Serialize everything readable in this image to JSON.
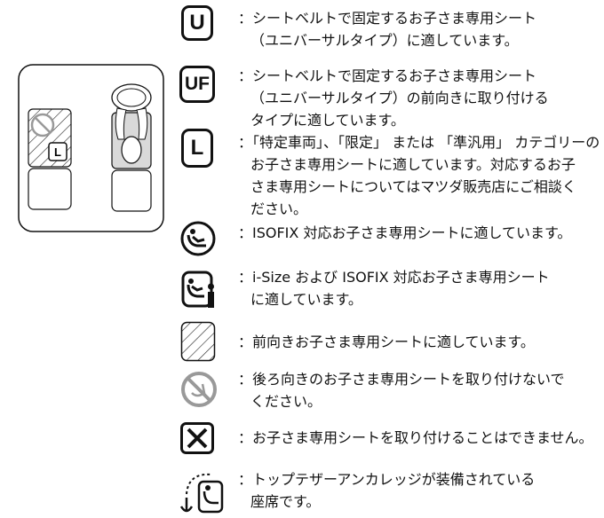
{
  "diagram": {
    "label_L": "L",
    "seat_fill": "#d9d9d9"
  },
  "legend": [
    {
      "icon": "U",
      "icon_name": "universal-badge-icon",
      "lines": [
        "：シートベルトで固定するお子さま専用シート",
        "（ユニバーサルタイプ）に適しています。"
      ]
    },
    {
      "icon": "UF",
      "icon_name": "universal-forward-badge-icon",
      "lines": [
        "：シートベルトで固定するお子さま専用シート",
        "（ユニバーサルタイプ）の前向きに取り付ける",
        "タイプに適しています。"
      ]
    },
    {
      "icon": "L",
      "icon_name": "limited-badge-icon",
      "lines": [
        "：「特定車両」、「限定」 または 「準汎用」 カテゴリーの",
        "お子さま専用シートに適しています。対応するお子",
        "さま専用シートについてはマツダ販売店にご相談く",
        "ださい。"
      ]
    },
    {
      "icon_name": "isofix-icon",
      "lines": [
        "：ISOFIX 対応お子さま専用シートに適しています。"
      ]
    },
    {
      "icon_name": "i-size-icon",
      "lines": [
        "：i-Size および ISOFIX 対応お子さま専用シート",
        "に適しています。"
      ]
    },
    {
      "icon_name": "forward-facing-hatch-icon",
      "lines": [
        "：前向きお子さま専用シートに適しています。"
      ]
    },
    {
      "icon_name": "no-rear-facing-icon",
      "lines": [
        "：後ろ向きのお子さま専用シートを取り付けないで",
        "ください。"
      ]
    },
    {
      "icon_name": "not-allowed-x-icon",
      "lines": [
        "：お子さま専用シートを取り付けることはできません。"
      ]
    },
    {
      "icon_name": "top-tether-anchor-icon",
      "lines": [
        "：トップテザーアンカレッジが装備されている",
        "座席です。"
      ]
    }
  ]
}
